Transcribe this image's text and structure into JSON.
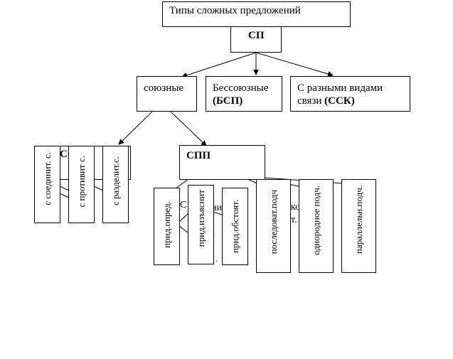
{
  "diagram": {
    "title": "Типы сложных предложений",
    "root": "СП",
    "branches": {
      "soyuznye": "союзные",
      "bsp_line1": "Бессоюзные",
      "bsp_line2": "(БСП)",
      "ssk_line1": "С разными видами",
      "ssk_line2_plain": "связи ",
      "ssk_line2_bold": "(ССК)"
    },
    "ssp": {
      "header_fragment": "СС",
      "items": [
        "с соединит. с.",
        "с противит с.",
        "с разделит.с."
      ]
    },
    "spp": {
      "header": "СПП",
      "items": [
        "прид.опред.",
        "прид.изъяснит",
        "прид.обстоят.",
        "последоват.подч",
        "однородное подч.",
        "параллельн.подч."
      ],
      "hidden_fragments": [
        "С",
        "ним",
        "ко",
        "т.",
        "."
      ]
    }
  }
}
